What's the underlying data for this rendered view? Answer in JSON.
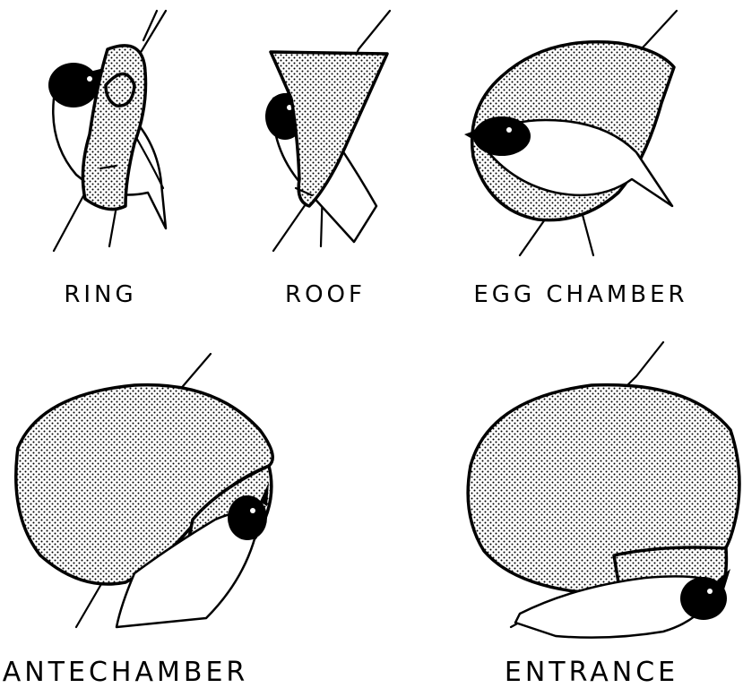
{
  "stages": [
    {
      "id": "ring",
      "label": "RING"
    },
    {
      "id": "roof",
      "label": "ROOF"
    },
    {
      "id": "egg-chamber",
      "label": "EGG CHAMBER"
    },
    {
      "id": "antechamber",
      "label": "ANTECHAMBER"
    },
    {
      "id": "entrance",
      "label": "ENTRANCE"
    }
  ],
  "colors": {
    "ink": "#000000",
    "paper": "#ffffff"
  }
}
